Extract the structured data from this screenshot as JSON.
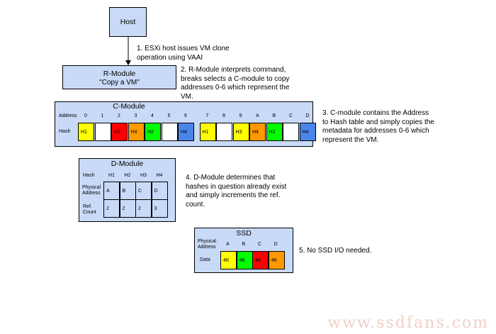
{
  "host": {
    "label": "Host"
  },
  "rmodule": {
    "title": "R-Module",
    "subtitle": "\"Copy a VM\""
  },
  "cmodule": {
    "title": "C-Module",
    "address_label": "Address",
    "hash_label": "Hash",
    "cells": [
      {
        "address": "0",
        "hash": "H1",
        "color": "#ffff00"
      },
      {
        "address": "1",
        "hash": "",
        "color": "#ffffff"
      },
      {
        "address": "2",
        "hash": "H3",
        "color": "#ff0000"
      },
      {
        "address": "3",
        "hash": "H4",
        "color": "#ff9900"
      },
      {
        "address": "4",
        "hash": "H2",
        "color": "#00ff00"
      },
      {
        "address": "5",
        "hash": "",
        "color": "#ffffff"
      },
      {
        "address": "6",
        "hash": "H4",
        "color": "#4a86e8"
      },
      {
        "address": "7",
        "hash": "H1",
        "color": "#ffff00"
      },
      {
        "address": "8",
        "hash": "",
        "color": "#ffffff"
      },
      {
        "address": "9",
        "hash": "H3",
        "color": "#ffff00"
      },
      {
        "address": "A",
        "hash": "H4",
        "color": "#ff9900"
      },
      {
        "address": "B",
        "hash": "H2",
        "color": "#00ff00"
      },
      {
        "address": "C",
        "hash": "",
        "color": "#ffffff"
      },
      {
        "address": "D",
        "hash": "H4",
        "color": "#4a86e8"
      }
    ]
  },
  "dmodule": {
    "title": "D-Module",
    "hash_label": "Hash",
    "physical_label": "Physical\nAddress",
    "ref_label": "Ref.\nCount",
    "columns": [
      {
        "hash": "H1",
        "physical": "A",
        "ref": "2"
      },
      {
        "hash": "H2",
        "physical": "B",
        "ref": "2"
      },
      {
        "hash": "H3",
        "physical": "C",
        "ref": "2"
      },
      {
        "hash": "H4",
        "physical": "D",
        "ref": "3"
      }
    ]
  },
  "ssd": {
    "title": "SSD",
    "physical_label": "Physical\nAddress",
    "data_label": "Data",
    "cells": [
      {
        "address": "A",
        "data": "4K",
        "color": "#ffff00"
      },
      {
        "address": "B",
        "data": "4K",
        "color": "#00ff00"
      },
      {
        "address": "C",
        "data": "4K",
        "color": "#ff0000"
      },
      {
        "address": "D",
        "data": "4K",
        "color": "#ff9900"
      }
    ]
  },
  "notes": {
    "step1": "1. ESXi host issues VM clone\noperation using VAAI",
    "step2": "2. R-Module interprets command,\nbreaks selects a C-module to copy\naddresses 0-6 which represent the\nVM.",
    "step3": "3. C-module contains the Address\nto Hash table and simply copies the\nmetadata for addresses 0-6 which\nrepresent the VM.",
    "step4": "4. D-Module determines that\nhashes in question already exist\nand simply increments the ref.\ncount.",
    "step5": "5. No SSD I/O needed."
  },
  "watermark": "www.ssdfans.com"
}
